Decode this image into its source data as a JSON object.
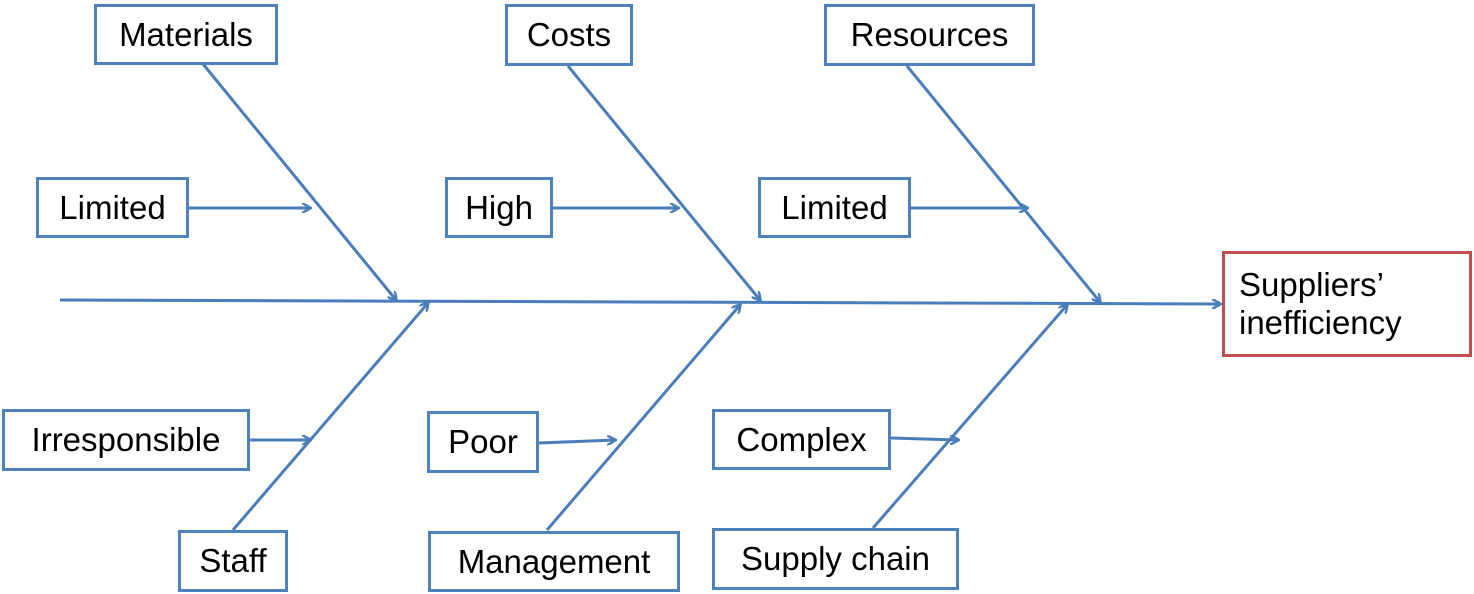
{
  "effect": "Suppliers’\ninefficiency",
  "categories": {
    "materials": {
      "label": "Materials",
      "cause": "Limited"
    },
    "costs": {
      "label": "Costs",
      "cause": "High"
    },
    "resources": {
      "label": "Resources",
      "cause": "Limited"
    },
    "staff": {
      "label": "Staff",
      "cause": "Irresponsible"
    },
    "management": {
      "label": "Management",
      "cause": "Poor"
    },
    "supply_chain": {
      "label": "Supply chain",
      "cause": "Complex"
    }
  },
  "colors": {
    "line": "#4a7ebb",
    "box_border": "#4f81bd",
    "effect_border": "#c0504d"
  }
}
